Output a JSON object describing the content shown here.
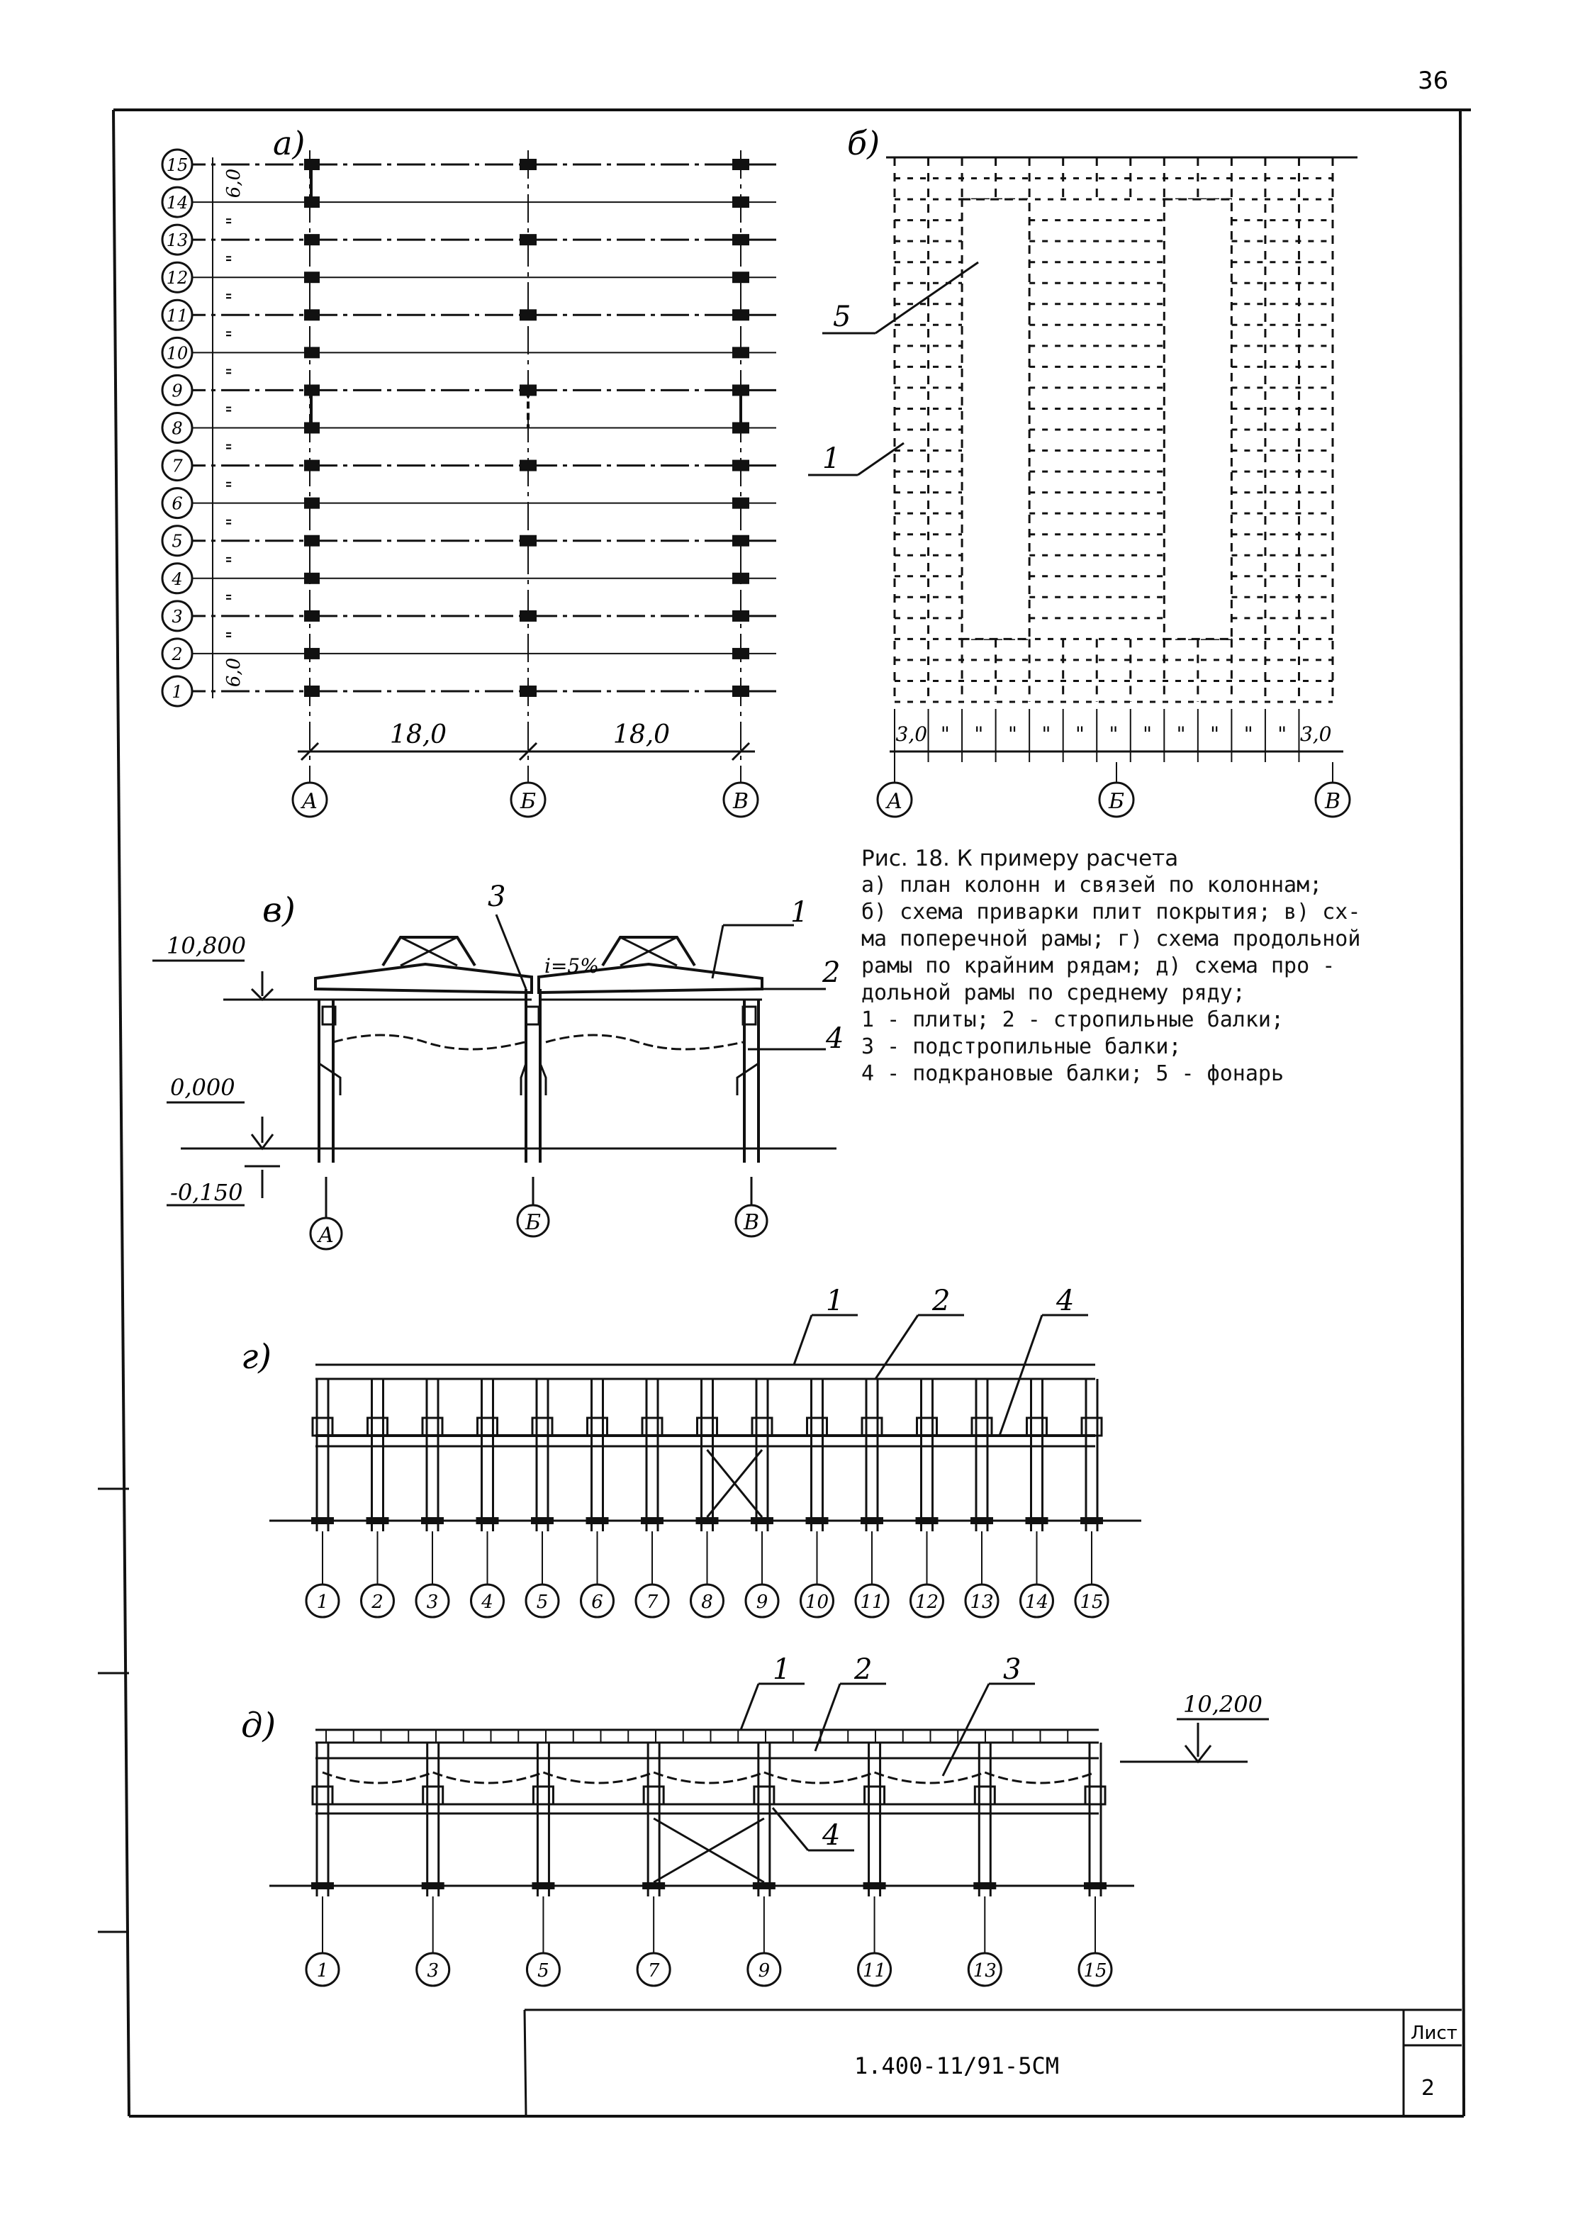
{
  "page_number": "36",
  "caption": {
    "title": "Рис. 18. К примеру расчета",
    "lines": [
      "а) план колонн и связей по колоннам;",
      "б) схема приварки плит покрытия; в) сх-",
      "ма поперечной рамы; г) схема продольной",
      "рамы по крайним рядам; д) схема про -",
      "дольной рамы по среднему ряду;",
      "1 - плиты; 2 - стропильные балки;",
      "3 - подстропильные балки;",
      "4 - подкрановые балки; 5 - фонарь"
    ]
  },
  "views": {
    "a": {
      "label": "а)",
      "row_axes": [
        "15",
        "14",
        "13",
        "12",
        "11",
        "10",
        "9",
        "8",
        "7",
        "6",
        "5",
        "4",
        "3",
        "2",
        "1"
      ],
      "row_dims": [
        "6,0",
        "\"",
        "\"",
        "\"",
        "\"",
        "\"",
        "\"",
        "\"",
        "\"",
        "\"",
        "\"",
        "\"",
        "\"",
        "6,0"
      ],
      "col_axes": [
        "А",
        "Б",
        "В"
      ],
      "spans": [
        "18,0",
        "18,0"
      ]
    },
    "b": {
      "label": "б)",
      "col_axes": [
        "А",
        "Б",
        "В"
      ],
      "dims": [
        "3,0",
        "\"",
        "\"",
        "\"",
        "\"",
        "\"",
        "\"",
        "\"",
        "\"",
        "\"",
        "\"",
        "\"",
        "3,0"
      ],
      "callouts": [
        "5",
        "1"
      ]
    },
    "v": {
      "label": "в)",
      "levels": [
        "10,800",
        "0,000",
        "-0,150"
      ],
      "slope": "i=5%",
      "col_axes": [
        "А",
        "Б",
        "В"
      ],
      "callouts": [
        "3",
        "1",
        "2",
        "4"
      ]
    },
    "g": {
      "label": "г)",
      "axes": [
        "1",
        "2",
        "3",
        "4",
        "5",
        "6",
        "7",
        "8",
        "9",
        "10",
        "11",
        "12",
        "13",
        "14",
        "15"
      ],
      "callouts": [
        "1",
        "2",
        "4"
      ]
    },
    "d": {
      "label": "д)",
      "axes": [
        "1",
        "3",
        "5",
        "7",
        "9",
        "11",
        "13",
        "15"
      ],
      "level": "10,200",
      "callouts": [
        "1",
        "2",
        "3",
        "4"
      ]
    }
  },
  "title_block": {
    "code": "1.400-11/91-5СМ",
    "sheet_label": "Лист",
    "sheet_number": "2"
  }
}
